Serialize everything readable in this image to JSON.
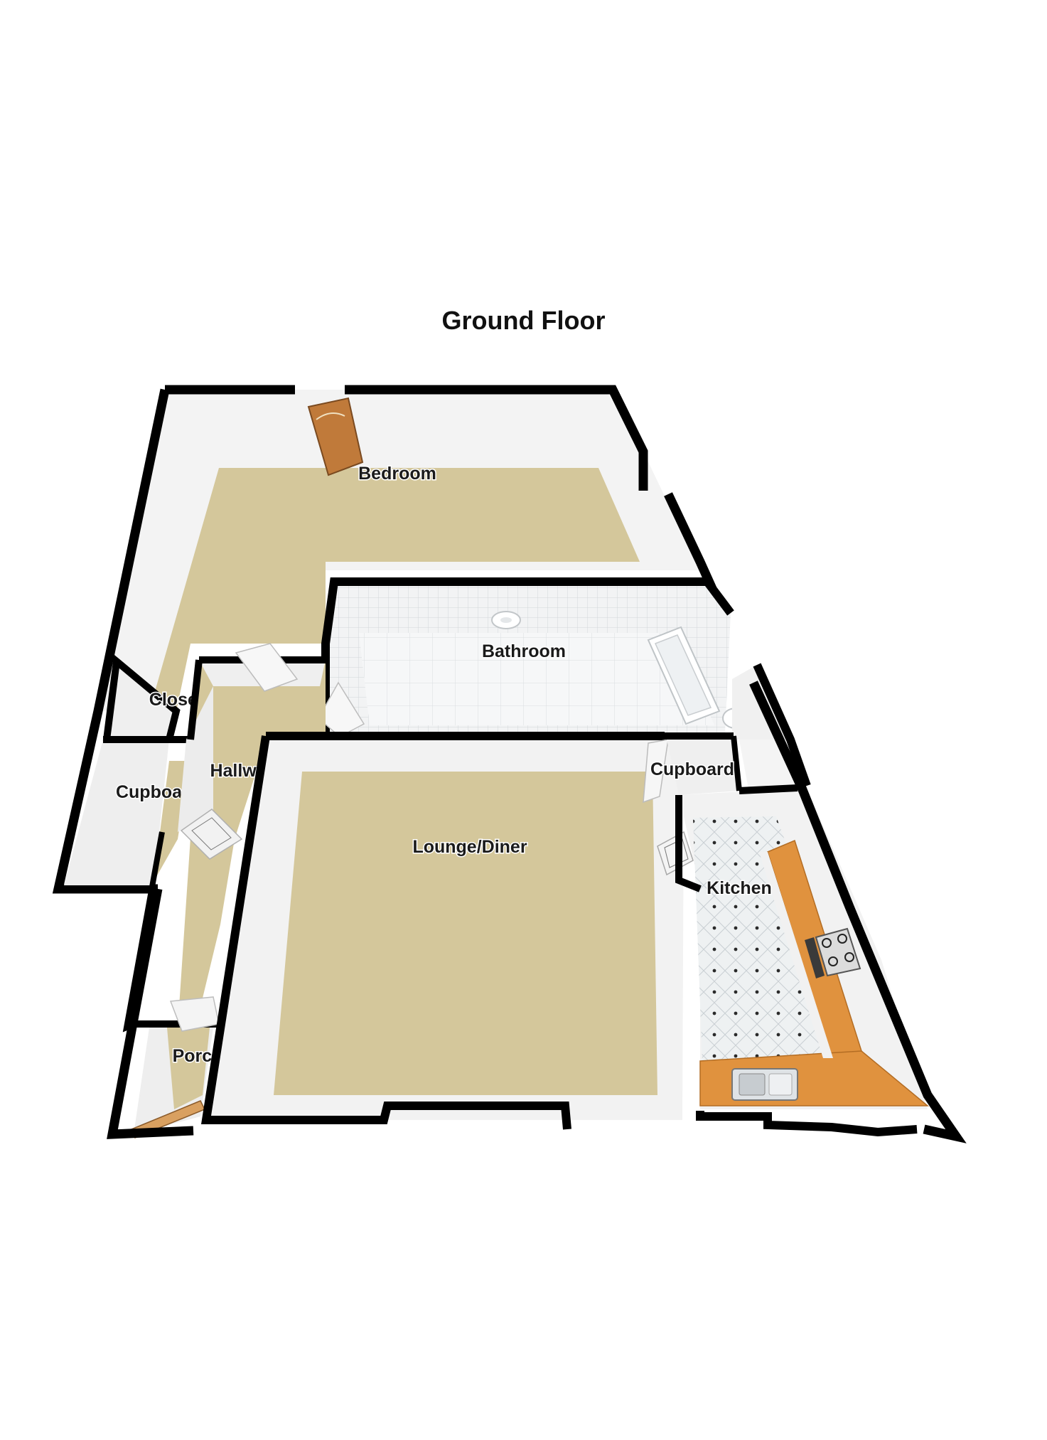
{
  "title": "Ground Floor",
  "rooms": {
    "bedroom": "Bedroom",
    "bathroom": "Bathroom",
    "closet": "Closet",
    "hallway": "Hallway",
    "cupboard_left": "Cupboard",
    "cupboard_right": "Cupboard",
    "lounge": "Lounge/Diner",
    "kitchen": "Kitchen",
    "porch": "Porch"
  },
  "colors": {
    "carpet": "#d4c79b",
    "wall_outline": "#000000",
    "wall_inner": "#f4f4f4",
    "tile_floor": "#ebeef0",
    "worktop": "#e0923e",
    "door_wood": "#c07a3a"
  }
}
